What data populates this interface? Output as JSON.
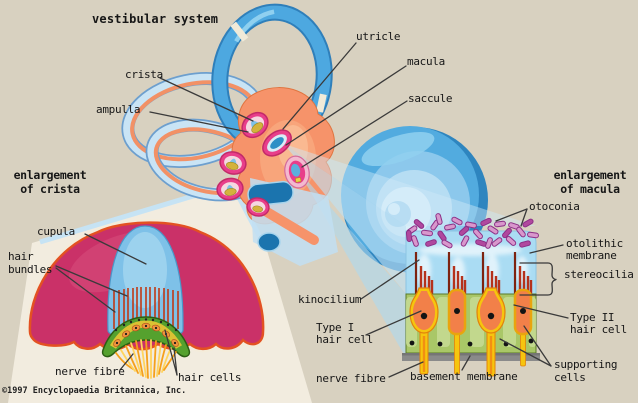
{
  "title": "vestibular system",
  "copyright": "©1997 Encyclopaedia Britannica, Inc.",
  "overview": {
    "utricle": "utricle",
    "macula": "macula",
    "saccule": "saccule",
    "crista": "crista",
    "ampulla": "ampulla"
  },
  "crista_panel": {
    "heading1": "enlargement",
    "heading2": "of crista",
    "cupula": "cupula",
    "hair_bundles1": "hair",
    "hair_bundles2": "bundles",
    "nerve_fibre": "nerve fibre",
    "hair_cells": "hair cells"
  },
  "macula_panel": {
    "heading1": "enlargement",
    "heading2": "of macula",
    "otoconia": "otoconia",
    "otolithic1": "otolithic",
    "otolithic2": "membrane",
    "stereocilia": "stereocilia",
    "kinocilium": "kinocilium",
    "type1_1": "Type I",
    "type1_2": "hair cell",
    "type2_1": "Type II",
    "type2_2": "hair cell",
    "supporting1": "supporting",
    "supporting2": "cells",
    "nerve_fibre": "nerve fibre",
    "basement_membrane": "basement membrane"
  },
  "colors": {
    "background": "#d8d1c0",
    "canal_blue": "#4da8e0",
    "duct_light_blue": "#c9e4f5",
    "vestibule_orange": "#f6936a",
    "ampulla_pink": "#e83e8a",
    "crista_magenta": "#ca3168",
    "cupula_blue": "#7ec1e8",
    "supporting_green": "#a9c767",
    "hair_cell_orange": "#f28049",
    "nerve_yellow": "#f6c50e",
    "otoconia_purple": "#a23a98",
    "stereocilia_red": "#b5321c"
  }
}
